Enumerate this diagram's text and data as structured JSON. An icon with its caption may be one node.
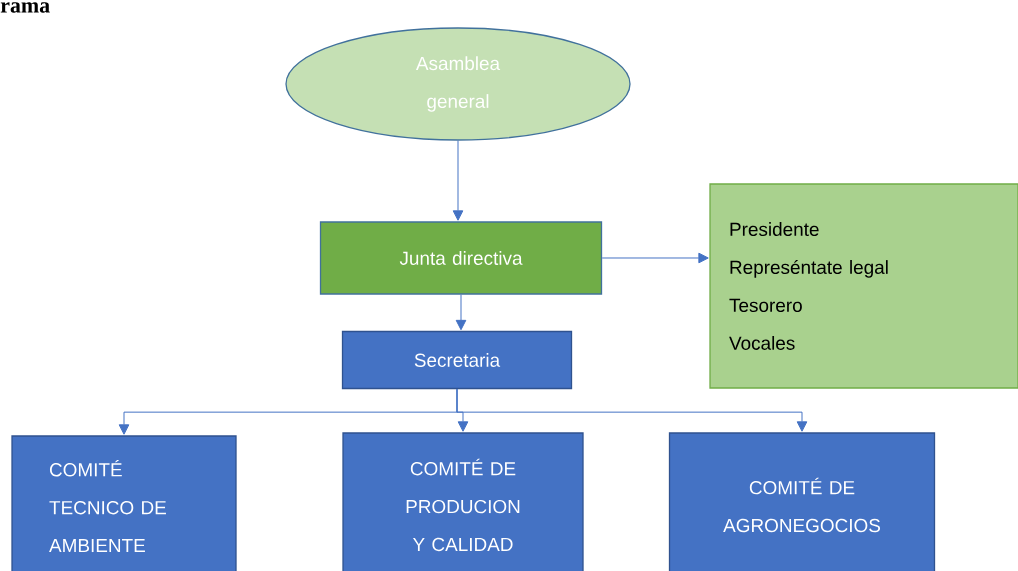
{
  "diagram": {
    "title": "rama",
    "nodes": [
      {
        "text": [
          "Asamblea general"
        ]
      },
      {
        "text": [
          "Junta directiva"
        ]
      },
      {
        "text": [
          "Presidente",
          "Represéntate legal",
          "Tesorero",
          "Vocales"
        ]
      },
      {
        "text": [
          "Secretaria"
        ]
      },
      {
        "text": [
          "COMITÉ TECNICO DE AMBIENTE"
        ]
      },
      {
        "text": [
          "COMITÉ DE PRODUCION Y CALIDAD"
        ]
      },
      {
        "text": [
          "COMITÉ DE AGRONEGOCIOS"
        ]
      }
    ],
    "edges": [
      {
        "from": 0,
        "to": 1,
        "arrow": "to"
      },
      {
        "from": 1,
        "to": 2,
        "arrow": "to"
      },
      {
        "from": 1,
        "to": 3,
        "arrow": "to"
      },
      {
        "from": 3,
        "to": 4,
        "arrow": "to"
      },
      {
        "from": 3,
        "to": 5,
        "arrow": "to"
      },
      {
        "from": 3,
        "to": 6,
        "arrow": "to"
      }
    ]
  }
}
